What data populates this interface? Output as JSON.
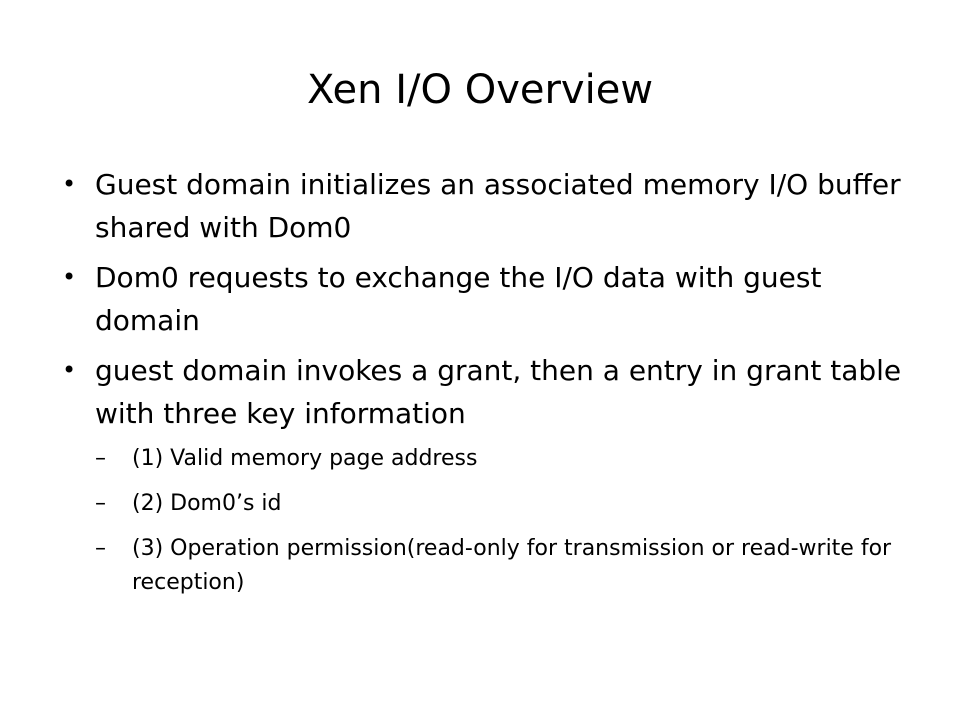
{
  "slide": {
    "title": "Xen I/O Overview",
    "bullet_glyph": "•",
    "dash_glyph": "–",
    "bullets": [
      "Guest domain initializes an associated memory I/O buffer shared with Dom0",
      "Dom0 requests to exchange the I/O data with guest domain",
      "guest domain invokes a grant, then a entry in grant table with three key information"
    ],
    "sub_bullets": [
      "(1) Valid memory page address",
      "(2) Dom0’s id",
      "(3) Operation permission(read-only for transmission or read-write for reception)"
    ]
  }
}
